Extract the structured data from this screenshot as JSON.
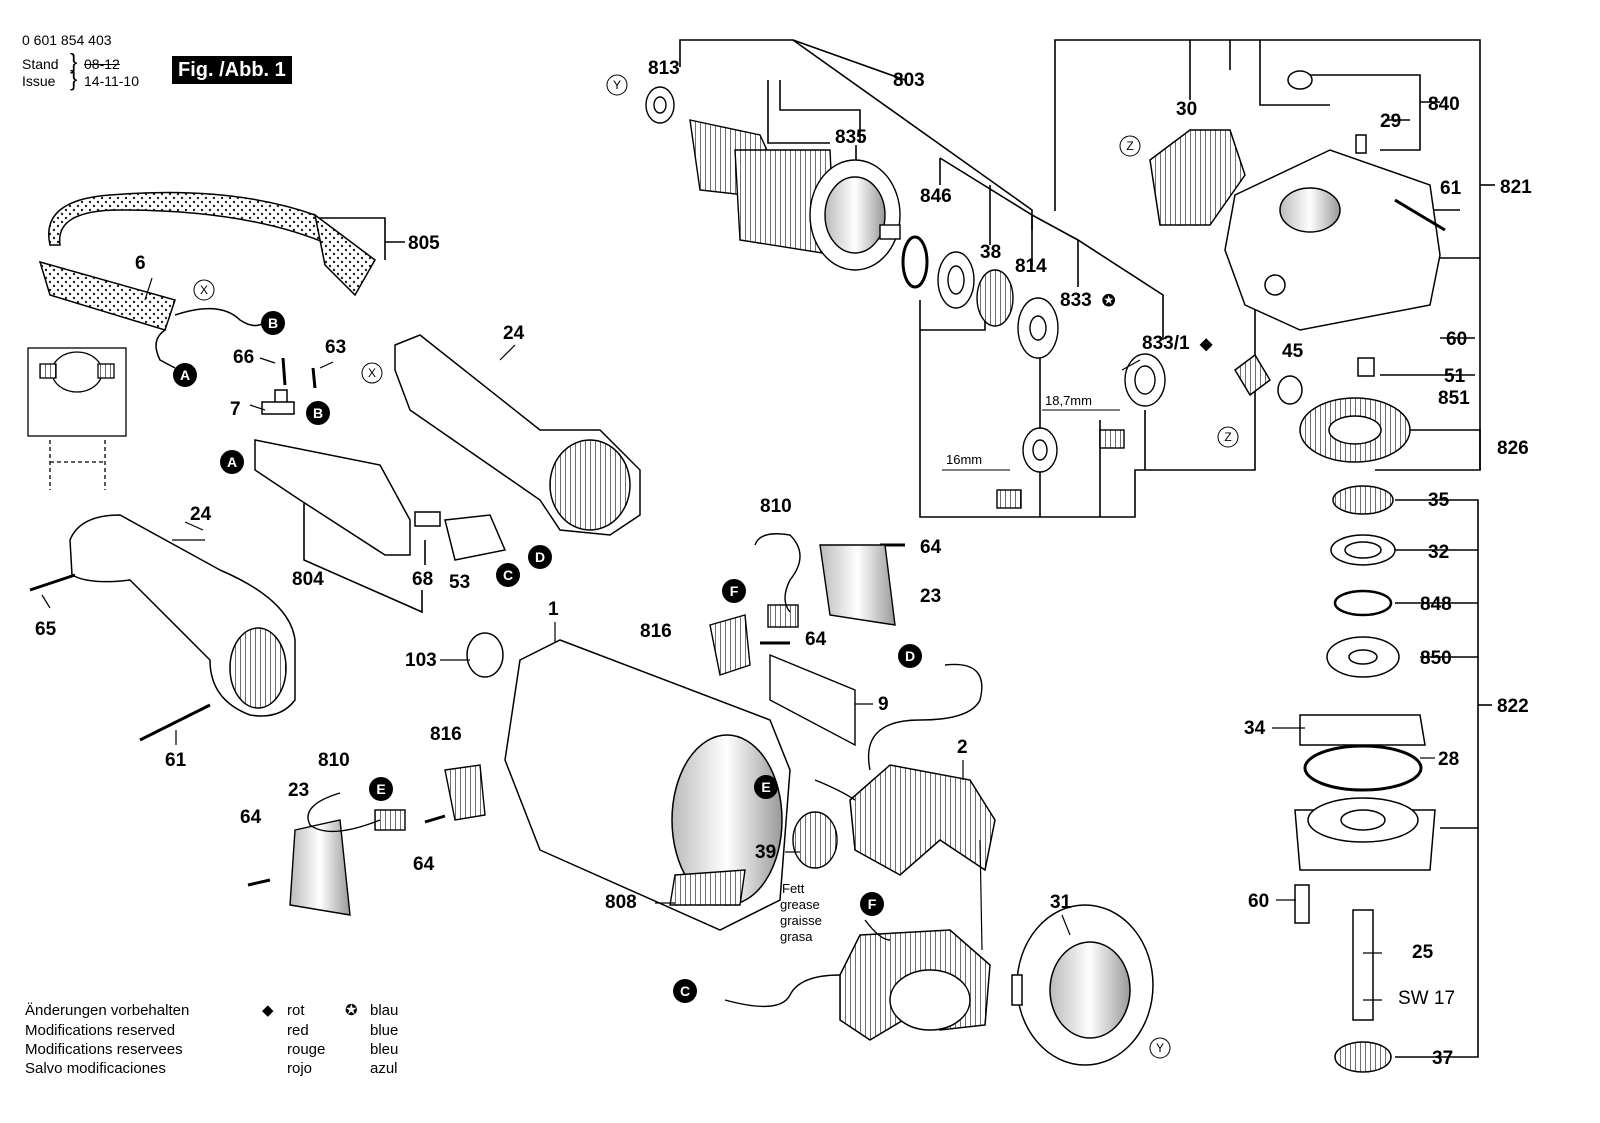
{
  "header": {
    "part_number": "0 601 854 403",
    "stand_label": "Stand",
    "issue_label": "Issue",
    "stand_date": "08-12",
    "issue_date": "14-11-10",
    "figure": "Fig. /Abb. 1"
  },
  "callouts": [
    {
      "id": "c813",
      "text": "813"
    },
    {
      "id": "c803",
      "text": "803"
    },
    {
      "id": "c835",
      "text": "835"
    },
    {
      "id": "c846",
      "text": "846"
    },
    {
      "id": "c38",
      "text": "38"
    },
    {
      "id": "c814",
      "text": "814"
    },
    {
      "id": "c833",
      "text": "833"
    },
    {
      "id": "c833_1",
      "text": "833/1"
    },
    {
      "id": "c30",
      "text": "30"
    },
    {
      "id": "c840",
      "text": "840"
    },
    {
      "id": "c29",
      "text": "29"
    },
    {
      "id": "c61a",
      "text": "61"
    },
    {
      "id": "c821",
      "text": "821"
    },
    {
      "id": "c60a",
      "text": "60"
    },
    {
      "id": "c45",
      "text": "45"
    },
    {
      "id": "c51",
      "text": "51"
    },
    {
      "id": "c851",
      "text": "851"
    },
    {
      "id": "c826",
      "text": "826"
    },
    {
      "id": "c35",
      "text": "35"
    },
    {
      "id": "c32",
      "text": "32"
    },
    {
      "id": "c848",
      "text": "848"
    },
    {
      "id": "c850",
      "text": "850"
    },
    {
      "id": "c822",
      "text": "822"
    },
    {
      "id": "c34",
      "text": "34"
    },
    {
      "id": "c28",
      "text": "28"
    },
    {
      "id": "c60b",
      "text": "60"
    },
    {
      "id": "c25",
      "text": "25"
    },
    {
      "id": "csw17",
      "text": "SW 17"
    },
    {
      "id": "c37",
      "text": "37"
    },
    {
      "id": "c805",
      "text": "805"
    },
    {
      "id": "c6",
      "text": "6"
    },
    {
      "id": "c66",
      "text": "66"
    },
    {
      "id": "c63",
      "text": "63"
    },
    {
      "id": "c24a",
      "text": "24"
    },
    {
      "id": "c7",
      "text": "7"
    },
    {
      "id": "c804",
      "text": "804"
    },
    {
      "id": "c68",
      "text": "68"
    },
    {
      "id": "c53",
      "text": "53"
    },
    {
      "id": "c24b",
      "text": "24"
    },
    {
      "id": "c65",
      "text": "65"
    },
    {
      "id": "c61b",
      "text": "61"
    },
    {
      "id": "c810a",
      "text": "810"
    },
    {
      "id": "c64a",
      "text": "64"
    },
    {
      "id": "c23a",
      "text": "23"
    },
    {
      "id": "c816a",
      "text": "816"
    },
    {
      "id": "c64b",
      "text": "64"
    },
    {
      "id": "c1",
      "text": "1"
    },
    {
      "id": "c103",
      "text": "103"
    },
    {
      "id": "c9",
      "text": "9"
    },
    {
      "id": "c816b",
      "text": "816"
    },
    {
      "id": "c810b",
      "text": "810"
    },
    {
      "id": "c23b",
      "text": "23"
    },
    {
      "id": "c64c",
      "text": "64"
    },
    {
      "id": "c64d",
      "text": "64"
    },
    {
      "id": "c2",
      "text": "2"
    },
    {
      "id": "c39",
      "text": "39"
    },
    {
      "id": "c808",
      "text": "808"
    },
    {
      "id": "c31",
      "text": "31"
    }
  ],
  "dims": {
    "d18_7": "18,7mm",
    "d16": "16mm"
  },
  "grease": [
    "Fett",
    "grease",
    "graisse",
    "grasa"
  ],
  "connectors": [
    "A",
    "B",
    "C",
    "D",
    "E",
    "F",
    "X",
    "Y",
    "Z"
  ],
  "footer": {
    "notes": [
      "Änderungen vorbehalten",
      "Modifications reserved",
      "Modifications reservees",
      "Salvo modificaciones"
    ],
    "red_symbol": "◆",
    "red_words": [
      "rot",
      "red",
      "rouge",
      "rojo"
    ],
    "blue_symbol": "✪",
    "blue_words": [
      "blau",
      "blue",
      "bleu",
      "azul"
    ]
  }
}
